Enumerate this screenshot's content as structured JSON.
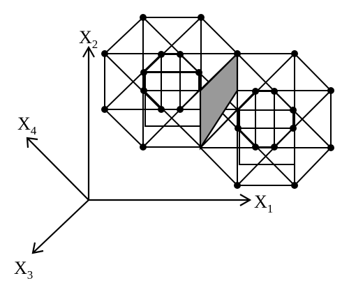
{
  "axes": [
    {
      "id": "x1",
      "main": "X",
      "sub": "1"
    },
    {
      "id": "x2",
      "main": "X",
      "sub": "2"
    },
    {
      "id": "x3",
      "main": "X",
      "sub": "3"
    },
    {
      "id": "x4",
      "main": "X",
      "sub": "4"
    }
  ],
  "colors": {
    "stroke": "#000000",
    "shared_face": "#999999",
    "vertex": "#000000"
  }
}
